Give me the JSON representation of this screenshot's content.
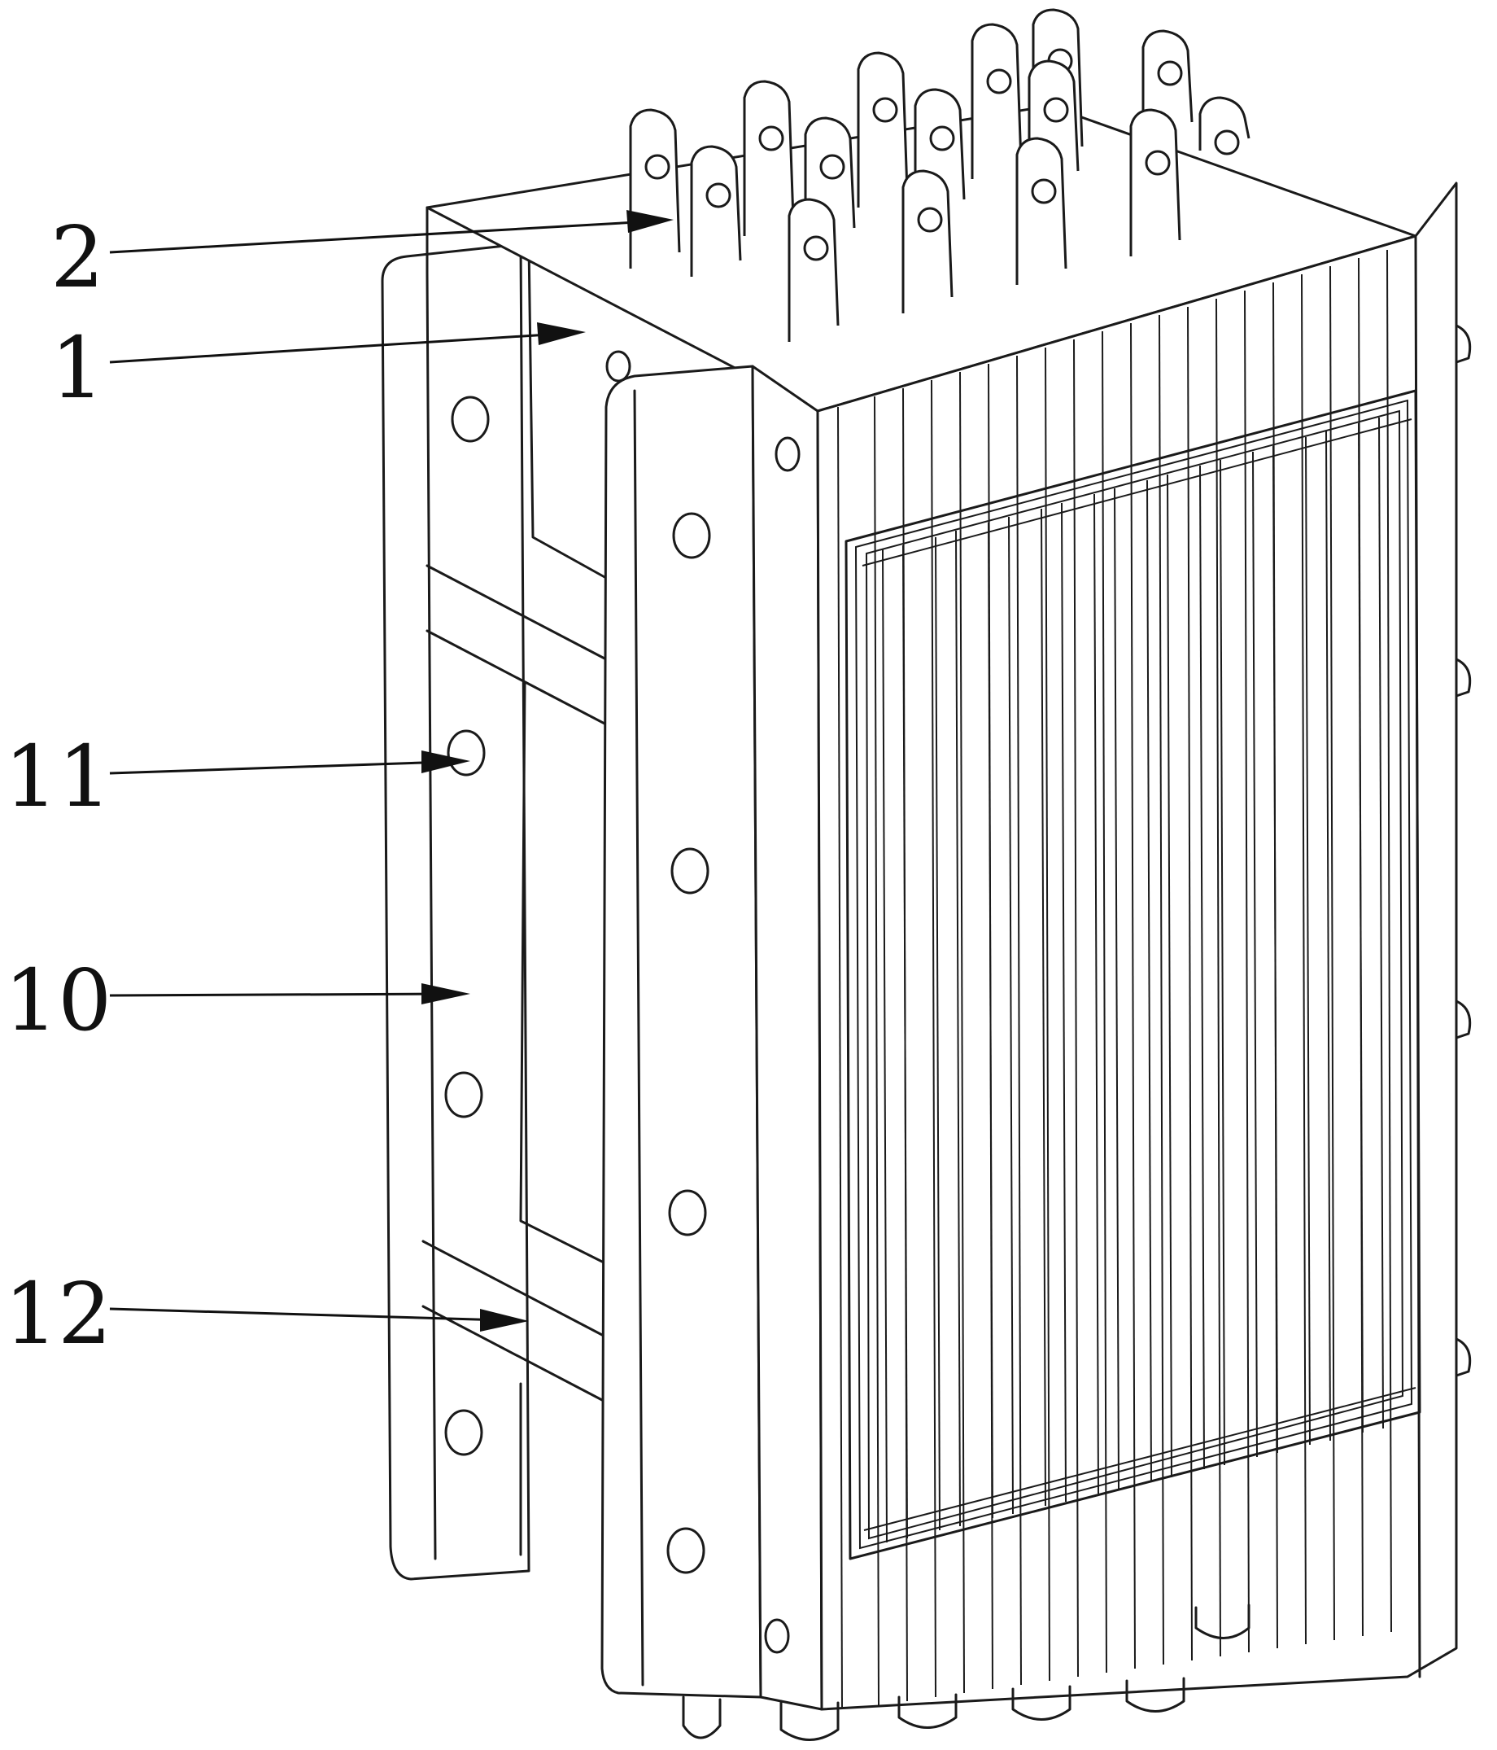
{
  "figure": {
    "description_type": "patent-line-drawing",
    "colors": {
      "line": "#1a1a1a",
      "background": "#ffffff"
    }
  },
  "callouts": [
    {
      "id": "2",
      "label": "2"
    },
    {
      "id": "1",
      "label": "1"
    },
    {
      "id": "11",
      "label": "11"
    },
    {
      "id": "10",
      "label": "10"
    },
    {
      "id": "12",
      "label": "12"
    }
  ]
}
